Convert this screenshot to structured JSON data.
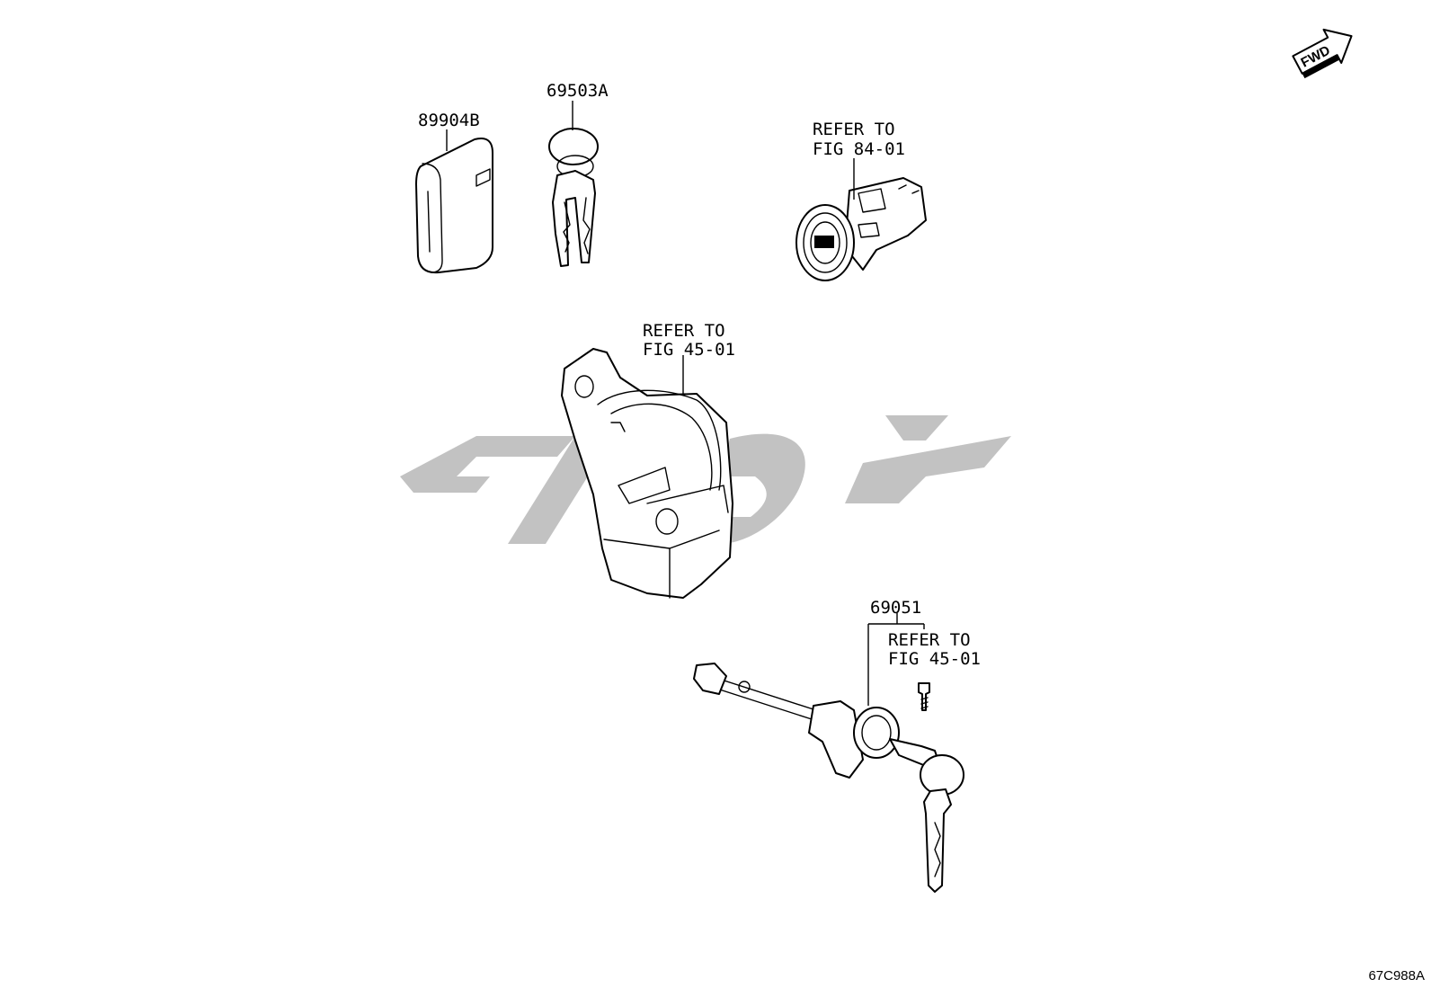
{
  "labels": {
    "fob": "89904B",
    "key_set": "69503A",
    "refer_84_line1": "REFER TO",
    "refer_84_line2": "FIG 84-01",
    "refer_45a_line1": "REFER TO",
    "refer_45a_line2": "FIG 45-01",
    "door_lock": "69051",
    "refer_45b_line1": "REFER TO",
    "refer_45b_line2": "FIG 45-01"
  },
  "fwd_indicator": "FWD",
  "illustration_code": "67C988A",
  "watermark": {
    "color": "#bdbdbd"
  }
}
